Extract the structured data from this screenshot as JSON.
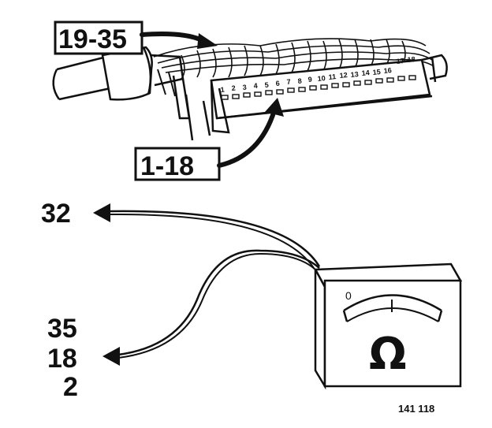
{
  "labels": {
    "connector_pins_upper": "19-35",
    "connector_pins_lower": "1-18",
    "wire_pin_a": "32",
    "wire_pins_b": [
      "35",
      "18",
      "2"
    ],
    "meter_zero": "0",
    "meter_symbol": "Ω",
    "figure_ref": "141 118"
  },
  "pin_numbers": [
    "1",
    "2",
    "3",
    "4",
    "5",
    "6",
    "7",
    "8",
    "9",
    "10",
    "11",
    "12",
    "13",
    "14",
    "15",
    "16",
    "17",
    "18"
  ]
}
